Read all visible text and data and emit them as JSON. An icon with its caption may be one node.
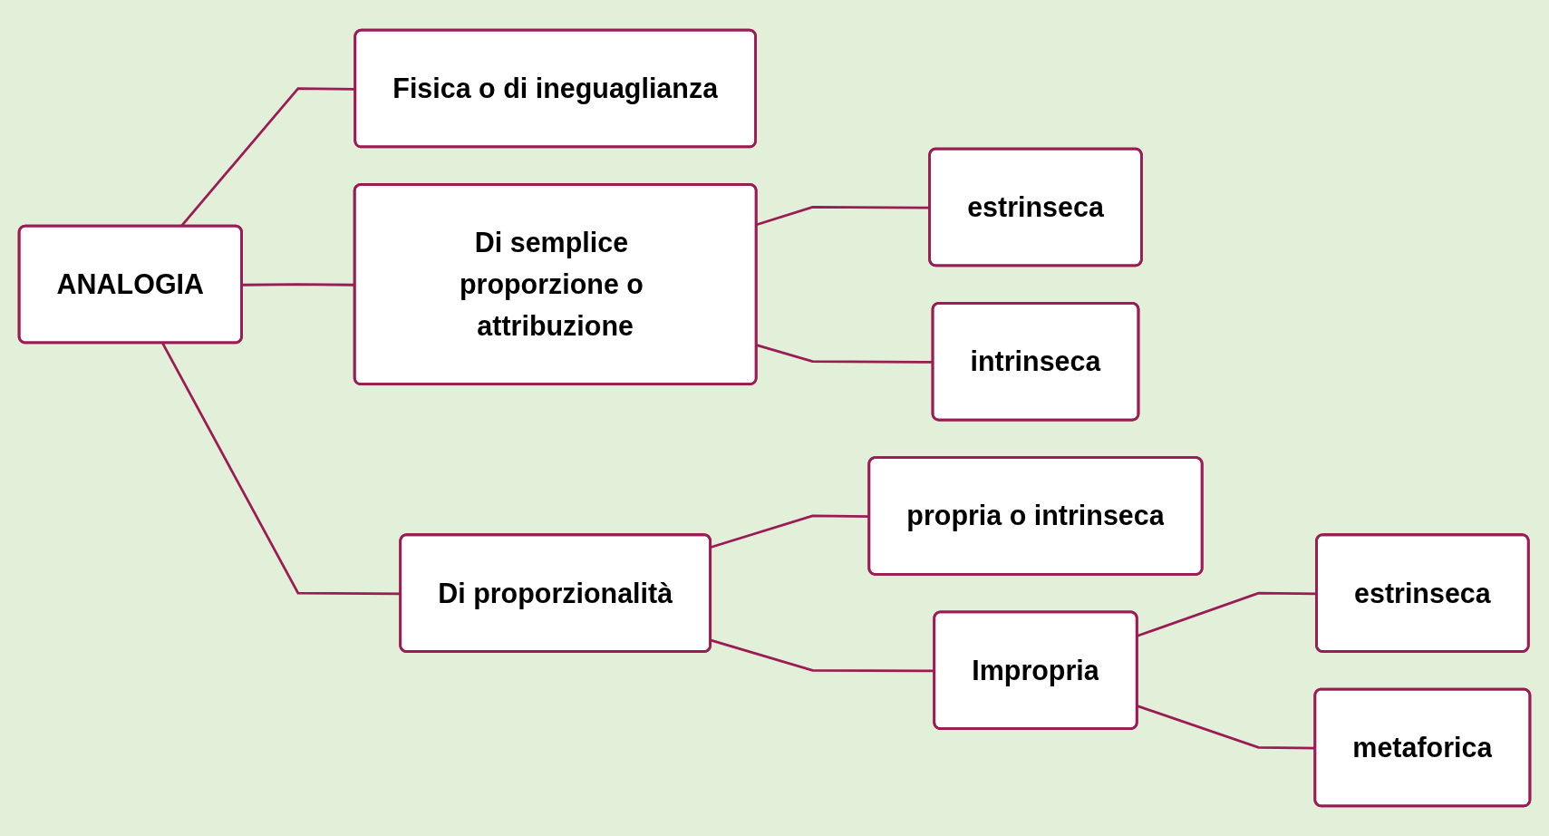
{
  "diagram": {
    "nodes": [
      {
        "text": [
          "ANALOGIA"
        ]
      },
      {
        "text": [
          "Fisica o di ineguaglianza"
        ]
      },
      {
        "text": [
          "Di semplice proporzione o attribuzione"
        ]
      },
      {
        "text": [
          "estrinseca"
        ]
      },
      {
        "text": [
          "intrinseca"
        ]
      },
      {
        "text": [
          "Di proporzionalità"
        ]
      },
      {
        "text": [
          "propria o intrinseca"
        ]
      },
      {
        "text": [
          "Impropria"
        ]
      },
      {
        "text": [
          "estrinseca"
        ]
      },
      {
        "text": [
          "metaforica"
        ]
      }
    ],
    "edges": [
      {
        "from": 0,
        "to": 1,
        "arrow": "none"
      },
      {
        "from": 0,
        "to": 2,
        "arrow": "none"
      },
      {
        "from": 0,
        "to": 5,
        "arrow": "none"
      },
      {
        "from": 2,
        "to": 3,
        "arrow": "none"
      },
      {
        "from": 2,
        "to": 4,
        "arrow": "none"
      },
      {
        "from": 5,
        "to": 6,
        "arrow": "none"
      },
      {
        "from": 5,
        "to": 7,
        "arrow": "none"
      },
      {
        "from": 7,
        "to": 8,
        "arrow": "none"
      },
      {
        "from": 7,
        "to": 9,
        "arrow": "none"
      }
    ]
  }
}
